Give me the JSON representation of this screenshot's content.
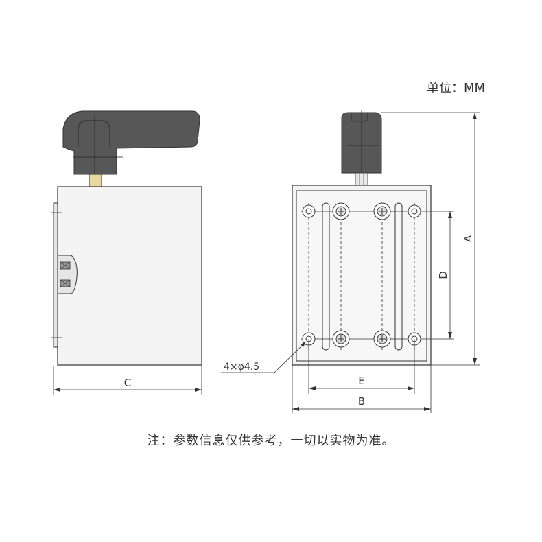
{
  "header": {
    "unit_label": "单位：MM"
  },
  "dimensions": {
    "a": "A",
    "b": "B",
    "c": "C",
    "d": "D",
    "e": "E",
    "holes": "4×φ4.5"
  },
  "footer": {
    "note": "注：参数信息仅供参考，一切以实物为准。"
  },
  "colors": {
    "handle": "#575757",
    "handle_dark": "#3f3f3f",
    "body_fill": "#f2f2f2",
    "line": "#333333",
    "shaft": "#e8d8a0"
  }
}
